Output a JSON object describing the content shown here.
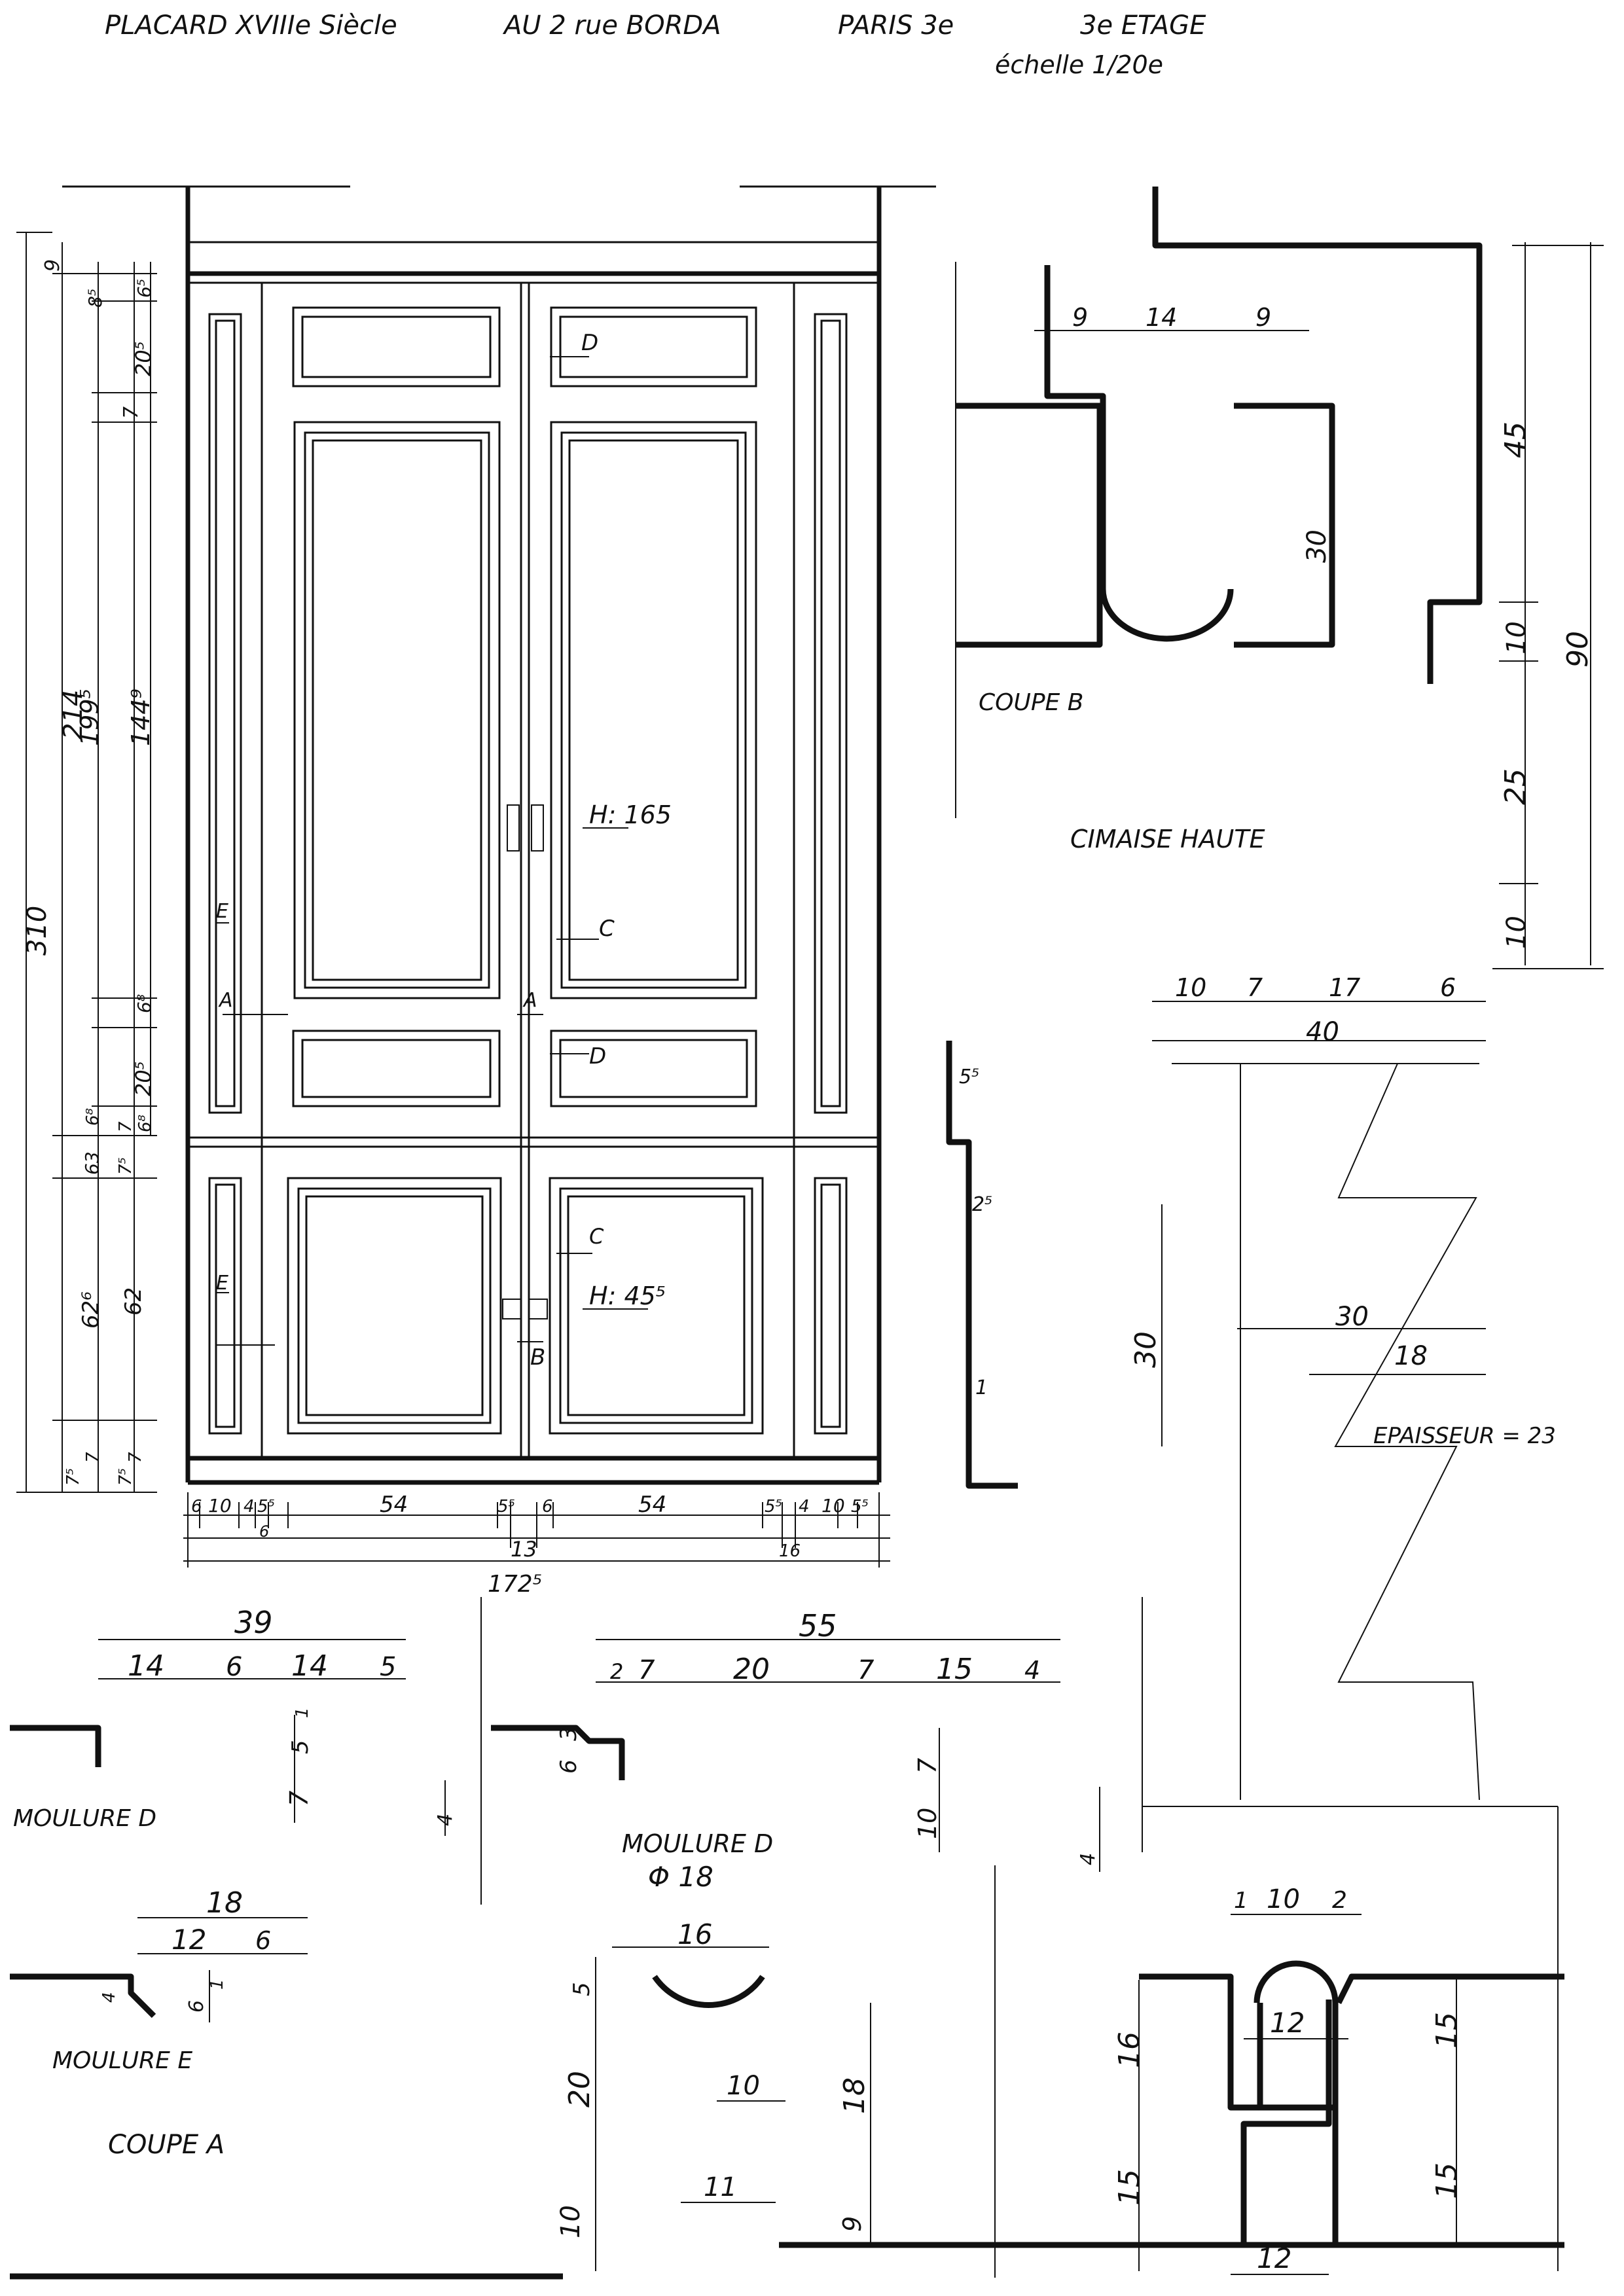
{
  "header": {
    "title_left": "PLACARD XVIIIe Siècle",
    "address": "AU 2 rue BORDA",
    "city": "PARIS 3e",
    "floor": "3e ETAGE",
    "scale": "échelle 1/20e"
  },
  "labels": {
    "coupe_b": "COUPE B",
    "cimaise_haute": "CIMAISE HAUTE",
    "epaisseur": "EPAISSEUR = 23",
    "moulure_d_left": "MOULURE D",
    "moulure_d_right": "MOULURE D",
    "moulure_e": "MOULURE E",
    "coupe_a": "COUPE A"
  },
  "elevation": {
    "markers": {
      "d_top": "D",
      "d_mid": "D",
      "c_upper": "C",
      "c_lower": "C",
      "e_upper": "E",
      "e_lower": "E",
      "a_left": "A",
      "a_right": "A",
      "b": "B",
      "h_upper": "H: 165",
      "h_lower": "H: 45⁵"
    },
    "left_dims": {
      "total": "310",
      "d214": "214",
      "d199": "199⁵",
      "d144": "144⁹",
      "d9": "9",
      "d8": "8⁵",
      "d65a": "6⁵",
      "d20a": "20⁵",
      "d7a": "7",
      "d6b": "6⁸",
      "d20b": "20⁵",
      "d6c": "6⁸",
      "d7b": "7",
      "d6d": "6⁸",
      "d63": "63",
      "d75": "7⁵",
      "d626": "62⁶",
      "d62": "62",
      "d7c": "7⁵",
      "d7d": "7",
      "d7e": "7⁵",
      "d7f": "7"
    },
    "bottom_dims": {
      "a6": "6",
      "a10": "10",
      "a4": "4",
      "a5": "5⁵",
      "a6b": "6",
      "w54a": "54",
      "b5": "5⁵",
      "b6": "6",
      "b13": "13",
      "w54b": "54",
      "c5": "5⁵",
      "c4": "4",
      "c10": "10",
      "c5b": "5⁵",
      "c16": "16",
      "total": "172⁵"
    }
  },
  "coupe_b_dims": {
    "a": "9",
    "b": "14",
    "c": "9",
    "h": "30"
  },
  "cimaise_dims": {
    "v45": "45",
    "v10a": "10",
    "v90": "90",
    "v25": "25",
    "v10b": "10",
    "h10": "10",
    "h7": "7",
    "h17": "17",
    "h6": "6",
    "h40": "40"
  },
  "mid_dims": {
    "d55": "5⁵",
    "d25": "2⁵",
    "d1": "1",
    "h30": "30",
    "w30": "30",
    "w18": "18"
  },
  "moulure_d_left_dims": {
    "total": "39",
    "a": "14",
    "b": "6",
    "c": "14",
    "d": "5",
    "v5": "5",
    "v7": "7",
    "v1": "1",
    "v4": "4"
  },
  "moulure_d_right_dims": {
    "total": "55",
    "a": "2",
    "b": "7",
    "c": "20",
    "d": "7",
    "e": "15",
    "f": "4",
    "v6": "6",
    "v3": "3",
    "v7": "7",
    "v10": "10",
    "v4": "4"
  },
  "moulure_e_dims": {
    "total": "18",
    "a": "12",
    "b": "6",
    "v6": "6",
    "v1": "1",
    "v4": "4"
  },
  "coupe_a_dims": {
    "phi": "Φ 18",
    "d16": "16",
    "v5": "5",
    "v20": "20",
    "v10": "10",
    "w10": "10",
    "v18": "18",
    "w11": "11",
    "v9": "9"
  },
  "right_section_dims": {
    "t1": "1",
    "t10": "10",
    "t2": "2",
    "w12a": "12",
    "v16": "16",
    "v15a": "15",
    "v15b": "15",
    "v15c": "15",
    "w12b": "12"
  }
}
